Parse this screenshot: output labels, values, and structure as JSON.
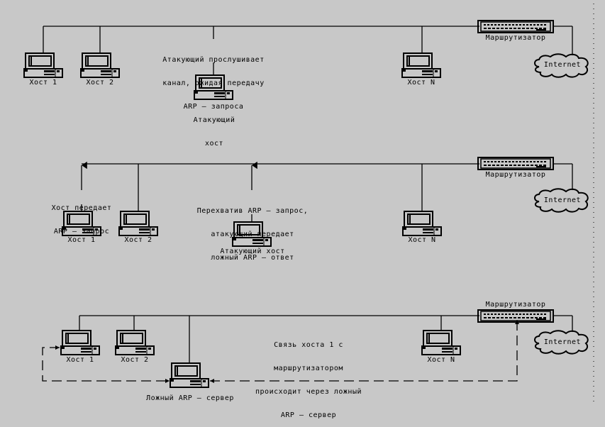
{
  "colors": {
    "background": "#c8c8c8",
    "ink": "#000000"
  },
  "panels": [
    {
      "id": "panel-1-listening",
      "hosts": [
        {
          "name": "host-1",
          "label": "Хост 1"
        },
        {
          "name": "host-2",
          "label": "Хост 2"
        },
        {
          "name": "host-n",
          "label": "Хост N"
        }
      ],
      "attacker": {
        "label_line1": "Атакующий",
        "label_line2": "хост"
      },
      "note": [
        "Атакующий прослушивает",
        "канал, ожидая передачу",
        "ARP — запроса"
      ],
      "router_label": "Маршрутизатор",
      "cloud_label": "Internet"
    },
    {
      "id": "panel-2-intercept",
      "hosts": [
        {
          "name": "host-1",
          "label": "Хост 1"
        },
        {
          "name": "host-2",
          "label": "Хост 2"
        },
        {
          "name": "host-n",
          "label": "Хост N"
        }
      ],
      "attacker": {
        "label_line1": "Атакующий хост"
      },
      "host_note": [
        "Хост передает",
        "ARP — запрос"
      ],
      "note": [
        "Перехватив ARP — запрос,",
        "атакующий передает",
        "ложный ARP — ответ"
      ],
      "router_label": "Маршрутизатор",
      "cloud_label": "Internet"
    },
    {
      "id": "panel-3-fake-server",
      "hosts": [
        {
          "name": "host-1",
          "label": "Хост 1"
        },
        {
          "name": "host-2",
          "label": "Хост 2"
        },
        {
          "name": "host-n",
          "label": "Хост N"
        }
      ],
      "attacker": {
        "label_line1": "Ложный ARP — сервер"
      },
      "note": [
        "Связь хоста 1 с",
        "маршрутизатором",
        "происходит через ложный",
        "ARP — сервер"
      ],
      "router_label": "Маршрутизатор",
      "cloud_label": "Internet"
    }
  ]
}
